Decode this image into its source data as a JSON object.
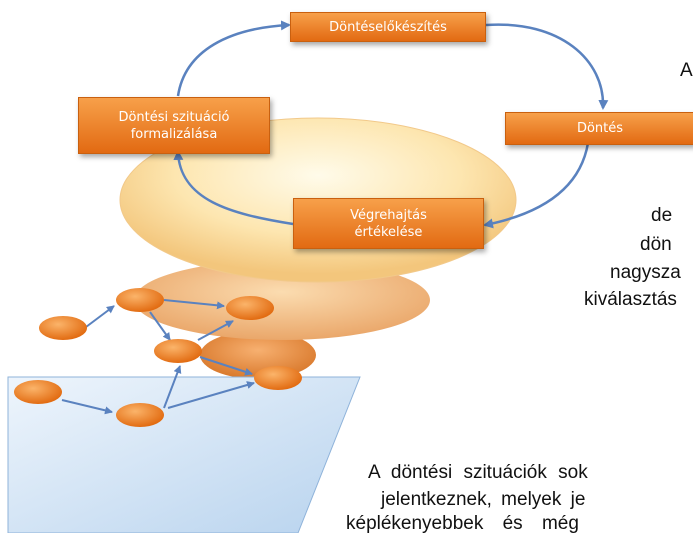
{
  "cycle": {
    "top": "Döntéselőkészítés",
    "right": "Döntés",
    "bottom_line1": "Végrehajtás",
    "bottom_line2": "értékelése",
    "left_line1": "Döntési szituáció",
    "left_line2": "formalizálása"
  },
  "text": {
    "line1": "A",
    "line2": "de",
    "line3": "dön",
    "line4": "nagysza",
    "line5": "kiválasztás",
    "para_line1": "A döntési szituációk sok",
    "para_line2": "jelentkeznek, melyek je",
    "para_line3": "képlékenyebbek és még"
  },
  "colors": {
    "box_orange": "#ee8a2e",
    "arrow_blue": "#5a82bf",
    "plate_cream": "#fde3a6",
    "network_panel": "#d5e6f6"
  }
}
